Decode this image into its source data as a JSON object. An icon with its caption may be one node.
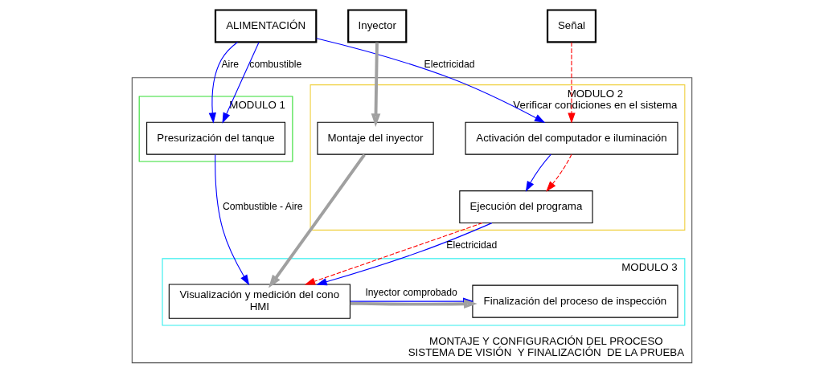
{
  "diagram": {
    "nodes": [
      {
        "text": [
          "ALIMENTACIÓN"
        ]
      },
      {
        "text": [
          "Señal"
        ]
      },
      {
        "text": [
          "Inyector"
        ]
      },
      {
        "text": [
          "MONTAJE Y CONFIGURACIÓN DEL PROCESO",
          "SISTEMA DE VISIÓN  Y FINALIZACIÓN  DE LA PRUEBA"
        ]
      },
      {
        "text": [
          "MODULO 1"
        ],
        "in": 3
      },
      {
        "text": [
          "Presurización del tanque"
        ],
        "in": 4
      },
      {
        "text": [
          "MODULO 2",
          "Verificar condiciones en el sistema"
        ],
        "in": 3
      },
      {
        "text": [
          "Activación del computador e iluminación"
        ],
        "in": 6
      },
      {
        "text": [
          "Montaje del inyector"
        ],
        "in": 6
      },
      {
        "text": [
          "Ejecución del programa"
        ],
        "in": 6
      },
      {
        "text": [
          "MODULO 3"
        ],
        "in": 3
      },
      {
        "text": [
          "Finalización del proceso de inspección"
        ],
        "in": 10
      },
      {
        "text": [
          "Visualización y medición del cono",
          "HMI"
        ],
        "in": 10
      }
    ],
    "edges": [
      {
        "from": 0,
        "to": 5,
        "arrow": "to",
        "label": "combustible"
      },
      {
        "from": 0,
        "to": 5,
        "arrow": "to",
        "label": "Aire"
      },
      {
        "from": 0,
        "to": 7,
        "arrow": "to",
        "label": "Electricidad"
      },
      {
        "from": 1,
        "to": 7,
        "arrow": "to",
        "style": "dashed",
        "color": "#ff0000"
      },
      {
        "from": 2,
        "to": 8,
        "arrow": "to",
        "style": "thick",
        "color": "#a0a0a0"
      },
      {
        "from": 5,
        "to": 12,
        "arrow": "to",
        "label": "Combustible - Aire"
      },
      {
        "from": 7,
        "to": 9,
        "arrow": "to"
      },
      {
        "from": 7,
        "to": 9,
        "arrow": "to",
        "style": "dashed",
        "color": "#ff0000"
      },
      {
        "from": 9,
        "to": 12,
        "arrow": "to",
        "style": "dashed",
        "color": "#ff0000"
      },
      {
        "from": 9,
        "to": 12,
        "arrow": "to",
        "label": "Electricidad"
      },
      {
        "from": 8,
        "to": 12,
        "arrow": "to",
        "style": "thick",
        "color": "#a0a0a0"
      },
      {
        "from": 12,
        "to": 11,
        "arrow": "to",
        "label": "Inyector comprobado"
      },
      {
        "from": 12,
        "to": 11,
        "arrow": "to",
        "style": "thick",
        "color": "#a0a0a0"
      }
    ]
  }
}
